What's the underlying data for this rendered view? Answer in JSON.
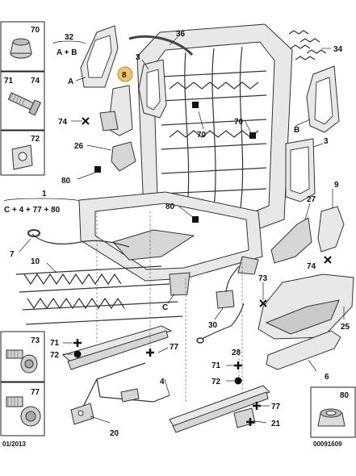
{
  "diagram": {
    "footer_left": "01/2013",
    "footer_right": "00091609",
    "kits": {
      "k32": {
        "num": "32",
        "formula": "A + B"
      },
      "k1": {
        "num": "1",
        "formula": "C + 4 + 77 + 80"
      }
    },
    "inset_boxes": [
      {
        "id": "70",
        "label": "70"
      },
      {
        "id": "71-74",
        "label_a": "71",
        "label_b": "74"
      },
      {
        "id": "72",
        "label": "72"
      },
      {
        "id": "73",
        "label": "73"
      },
      {
        "id": "77",
        "label": "77"
      },
      {
        "id": "80",
        "label": "80"
      }
    ],
    "callouts": {
      "c36": "36",
      "c3a": "3",
      "c8": "8",
      "cA": "A",
      "c74a": "74",
      "c34": "34",
      "cB": "B",
      "c3b": "3",
      "c70a": "70",
      "c70b": "70",
      "c26": "26",
      "c80a": "80",
      "c80b": "80",
      "c9": "9",
      "c27": "27",
      "c74b": "74",
      "c7": "7",
      "c10": "10",
      "c73": "73",
      "cC": "C",
      "c25": "25",
      "c30": "30",
      "c71a": "71",
      "c72a": "72",
      "c77a": "77",
      "c28": "28",
      "c6": "6",
      "c4": "4",
      "c71b": "71",
      "c72b": "72",
      "c77b": "77",
      "c21": "21",
      "c20": "20"
    }
  }
}
